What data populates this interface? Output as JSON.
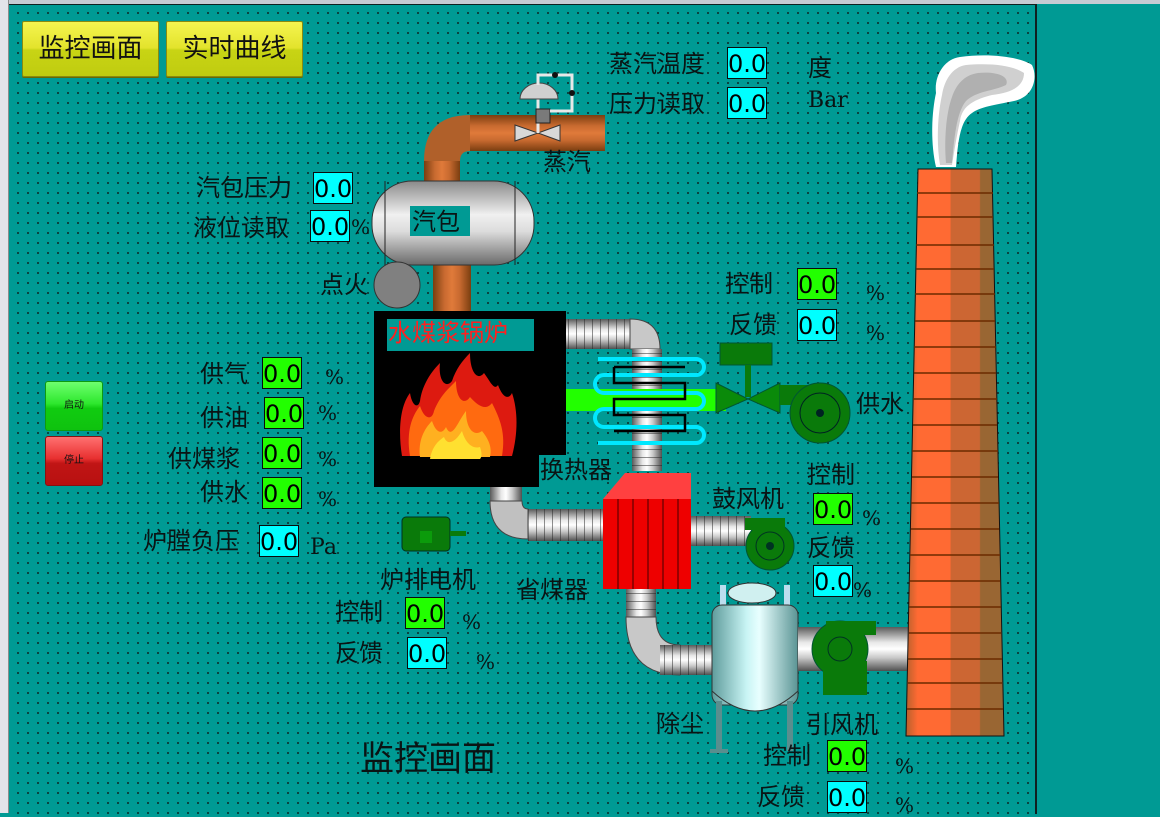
{
  "nav": {
    "monitor_label": "监控画面",
    "curve_label": "实时曲线"
  },
  "controls": {
    "start_label": "启动",
    "stop_label": "停止"
  },
  "steam": {
    "temp_label": "蒸汽温度",
    "temp_value": "0.0",
    "temp_unit": "度",
    "pressure_label": "压力读取",
    "pressure_value": "0.0",
    "pressure_unit": "Bar",
    "pipe_label": "蒸汽"
  },
  "drum": {
    "name": "汽包",
    "pressure_label": "汽包压力",
    "pressure_value": "0.0",
    "level_label": "液位读取",
    "level_value": "0.0",
    "level_unit": "%",
    "ignite_label": "点火"
  },
  "boiler": {
    "title": "水煤浆锅炉",
    "heat_exchanger_label": "换热器",
    "economizer_label": "省煤器"
  },
  "supply": [
    {
      "label": "供气",
      "value": "0.0",
      "unit": "%"
    },
    {
      "label": "供油",
      "value": "0.0",
      "unit": "%"
    },
    {
      "label": "供煤浆",
      "value": "0.0",
      "unit": "%"
    },
    {
      "label": "供水",
      "value": "0.0",
      "unit": "%"
    }
  ],
  "furnace_pressure": {
    "label": "炉膛负压",
    "value": "0.0",
    "unit": "Pa"
  },
  "grate_motor": {
    "name": "炉排电机",
    "control_label": "控制",
    "control_value": "0.0",
    "feedback_label": "反馈",
    "feedback_value": "0.0",
    "unit": "%"
  },
  "water_pump": {
    "name": "供水",
    "control_label": "控制",
    "control_value": "0.0",
    "feedback_label": "反馈",
    "feedback_value": "0.0",
    "unit": "%"
  },
  "blower": {
    "name": "鼓风机",
    "control_label": "控制",
    "control_value": "0.0",
    "feedback_label": "反馈",
    "feedback_value": "0.0",
    "unit": "%"
  },
  "dust": {
    "name": "除尘"
  },
  "induced_fan": {
    "name": "引风机",
    "control_label": "控制",
    "control_value": "0.0",
    "feedback_label": "反馈",
    "feedback_value": "0.0",
    "unit": "%"
  },
  "footer_title": "监控画面",
  "colors": {
    "background": "#009a94",
    "value_green": "#22ff00",
    "value_cyan": "#00ffff",
    "nav_button": "#e3e32c",
    "start_green": "#2ee82e",
    "stop_red": "#c01515",
    "boiler_title": "#ff2020"
  }
}
